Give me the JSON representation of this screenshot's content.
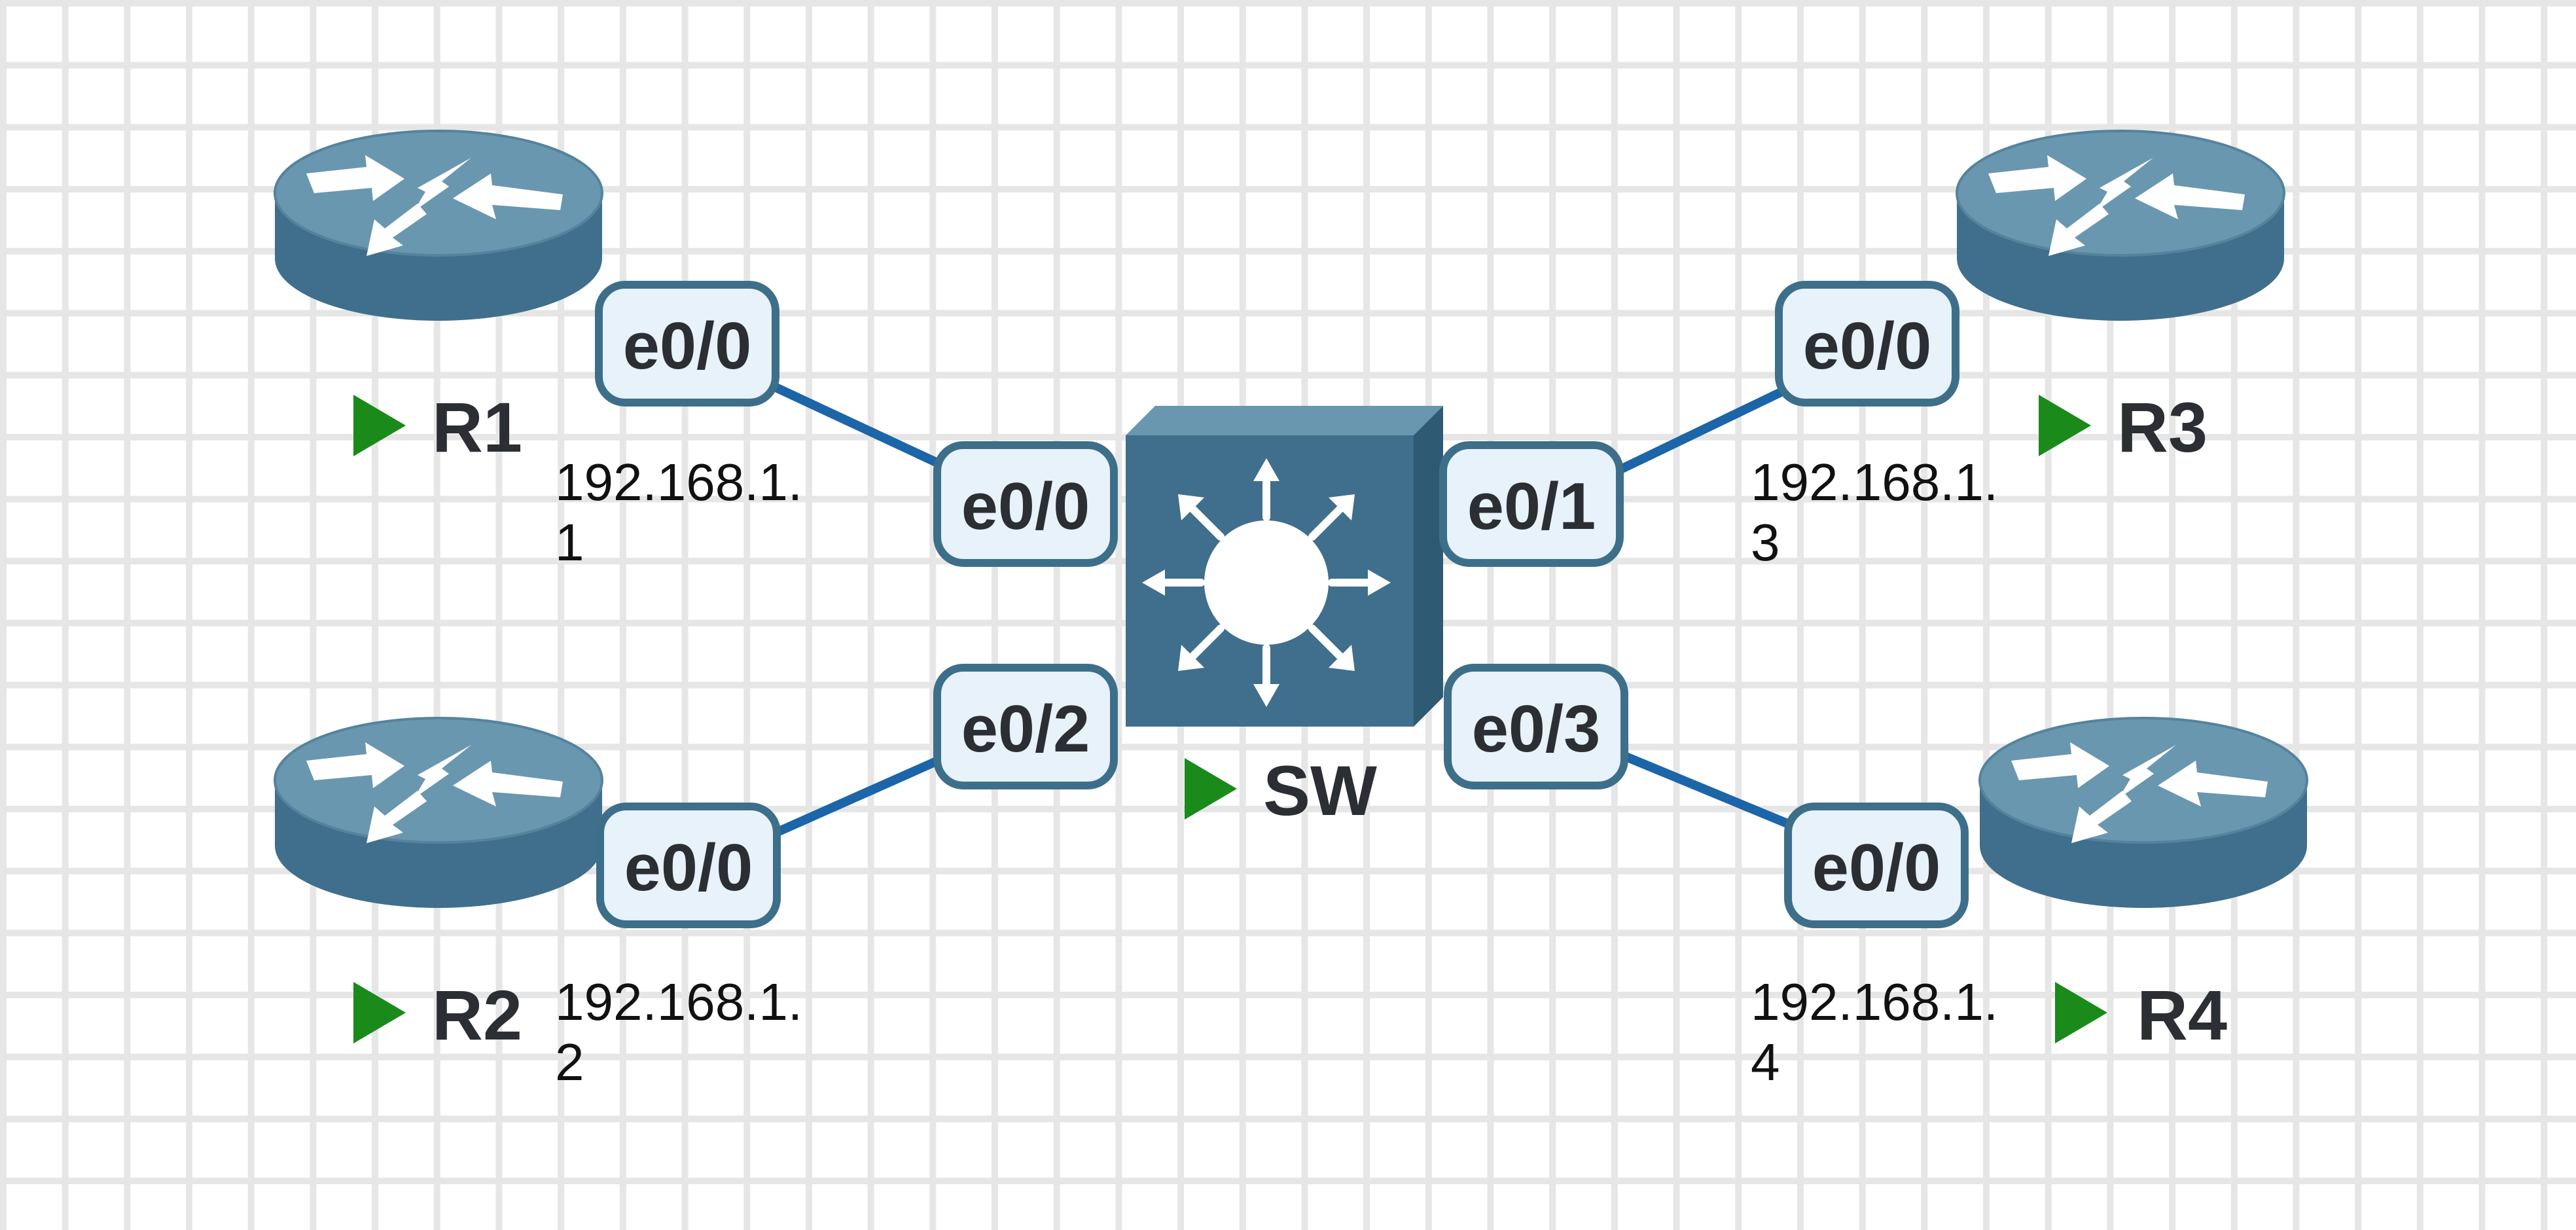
{
  "nodes": {
    "r1": {
      "label": "R1",
      "ip_line1": "192.168.1.",
      "ip_line2": "1",
      "port": "e0/0"
    },
    "r2": {
      "label": "R2",
      "ip_line1": "192.168.1.",
      "ip_line2": "2",
      "port": "e0/0"
    },
    "r3": {
      "label": "R3",
      "ip_line1": "192.168.1.",
      "ip_line2": "3",
      "port": "e0/0"
    },
    "r4": {
      "label": "R4",
      "ip_line1": "192.168.1.",
      "ip_line2": "4",
      "port": "e0/0"
    },
    "sw": {
      "label": "SW",
      "ports": [
        "e0/0",
        "e0/1",
        "e0/2",
        "e0/3"
      ]
    }
  },
  "links": [
    {
      "from": "R1 e0/0",
      "to": "SW e0/0"
    },
    {
      "from": "R3 e0/0",
      "to": "SW e0/1"
    },
    {
      "from": "R2 e0/0",
      "to": "SW e0/2"
    },
    {
      "from": "R4 e0/0",
      "to": "SW e0/3"
    }
  ],
  "colors": {
    "device_body": "#3f6f8c",
    "device_top": "#6a97b0",
    "device_dark": "#2e5a73",
    "link": "#1b65a8",
    "port_fill": "#e7f2fb",
    "port_border": "#3d6f8a",
    "status_running": "#1a8a1a",
    "grid": "#e6e6e6"
  },
  "icons": {
    "router": "router-icon",
    "switch": "multilayer-switch-icon",
    "status": "play-status-icon"
  }
}
